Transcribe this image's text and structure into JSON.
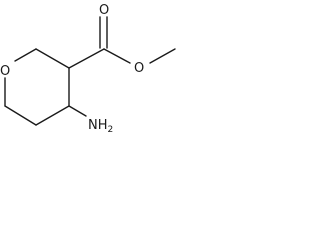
{
  "molecule": {
    "atoms": {
      "ring_oxygen": "O",
      "carbonyl_oxygen": "O",
      "ester_oxygen": "O",
      "amine_group": "NH",
      "amine_subscript": "2"
    }
  }
}
